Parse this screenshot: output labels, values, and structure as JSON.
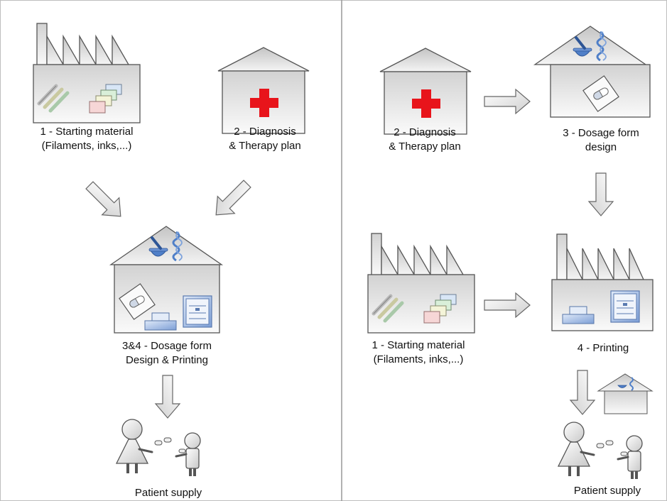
{
  "left_panel": {
    "starting_material": [
      "1 - Starting material",
      "(Filaments, inks,...)"
    ],
    "diagnosis": [
      "2 - Diagnosis",
      "& Therapy plan"
    ],
    "design_printing": [
      "3&4 - Dosage form",
      "Design & Printing"
    ],
    "patient_supply": "Patient supply"
  },
  "right_panel": {
    "diagnosis": [
      "2 - Diagnosis",
      "& Therapy plan"
    ],
    "dosage_design": [
      "3 - Dosage form",
      "design"
    ],
    "starting_material": [
      "1 - Starting material",
      "(Filaments, inks,...)"
    ],
    "printing": "4 - Printing",
    "patient_supply": "Patient supply"
  },
  "colors": {
    "building_fill": "#e6e6e6",
    "outline": "#555555",
    "red_cross": "#e8141b",
    "accent_blue": "#4f7fc8",
    "arrow_fill": "#eeeeee"
  }
}
